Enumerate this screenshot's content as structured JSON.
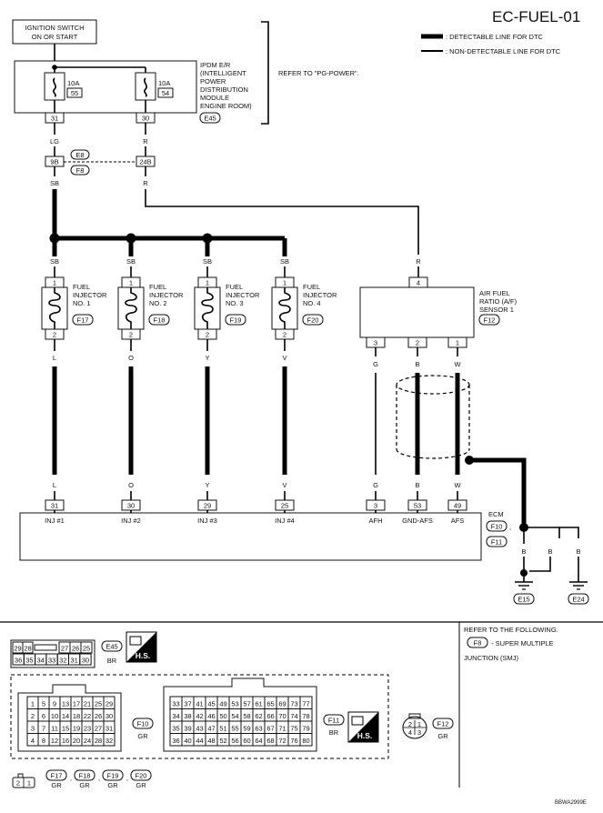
{
  "diagram_id": "EC-FUEL-01",
  "legend": {
    "detectable": ": DETECTABLE LINE FOR DTC",
    "non_detectable": ": NON-DETECTABLE LINE FOR DTC"
  },
  "ignition": {
    "line1": "IGNITION SWITCH",
    "line2": "ON OR START"
  },
  "ipdm": {
    "lines": [
      "IPDM E/R",
      "(INTELLIGENT",
      "POWER",
      "DISTRIBUTION",
      "MODULE",
      "ENGINE ROOM)"
    ],
    "connector": "E45",
    "refer": "REFER TO \"PG-POWER\".",
    "fuse1": {
      "amp": "10A",
      "num": "55",
      "pin": "31"
    },
    "fuse2": {
      "amp": "10A",
      "num": "54",
      "pin": "30"
    }
  },
  "wires_top": {
    "lg": "LG",
    "r": "R",
    "sb": "SB",
    "r2": "R"
  },
  "joint": {
    "left_pin": "9B",
    "right_pin": "24B",
    "conn1": "E8",
    "conn2": "F8"
  },
  "injectors": [
    {
      "wire_top": "SB",
      "pin_top": "1",
      "pin_bot": "2",
      "lines": [
        "FUEL",
        "INJECTOR",
        "NO. 1"
      ],
      "conn": "F17",
      "wire_bot": "L",
      "wire_ecm": "L",
      "ecm_pin": "31",
      "ecm_label": "INJ #1"
    },
    {
      "wire_top": "SB",
      "pin_top": "1",
      "pin_bot": "2",
      "lines": [
        "FUEL",
        "INJECTOR",
        "NO. 2"
      ],
      "conn": "F18",
      "wire_bot": "O",
      "wire_ecm": "O",
      "ecm_pin": "30",
      "ecm_label": "INJ #2"
    },
    {
      "wire_top": "SB",
      "pin_top": "1",
      "pin_bot": "2",
      "lines": [
        "FUEL",
        "INJECTOR",
        "NO. 3"
      ],
      "conn": "F19",
      "wire_bot": "Y",
      "wire_ecm": "Y",
      "ecm_pin": "29",
      "ecm_label": "INJ #3"
    },
    {
      "wire_top": "SB",
      "pin_top": "1",
      "pin_bot": "2",
      "lines": [
        "FUEL",
        "INJECTOR",
        "NO. 4"
      ],
      "conn": "F20",
      "wire_bot": "V",
      "wire_ecm": "V",
      "ecm_pin": "25",
      "ecm_label": "INJ #4"
    }
  ],
  "af_sensor": {
    "wire_top": "R",
    "pin_top": "4",
    "lines": [
      "AIR FUEL",
      "RATIO (A/F)",
      "SENSOR 1"
    ],
    "conn": "F12",
    "pins": [
      {
        "pin": "3",
        "wire": "G",
        "wire_ecm": "G",
        "ecm_pin": "3",
        "ecm_label": "AFH"
      },
      {
        "pin": "2",
        "wire": "B",
        "wire_ecm": "B",
        "ecm_pin": "53",
        "ecm_label": "GND-AFS"
      },
      {
        "pin": "1",
        "wire": "W",
        "wire_ecm": "W",
        "ecm_pin": "49",
        "ecm_label": "AFS"
      }
    ]
  },
  "ecm": {
    "label": "ECM",
    "conn1": "F10",
    "conn2": "F11",
    "sep": ","
  },
  "ground": {
    "wire1": "B",
    "wire2": "B",
    "wire3": "B",
    "g1": "E15",
    "g2": "E24"
  },
  "footer": {
    "refer_title": "REFER TO THE FOLLOWING.",
    "refer_conn": "F8",
    "refer_desc": "- SUPER MULTIPLE",
    "refer_desc2": "JUNCTION (SMJ)",
    "e45_conn": "E45",
    "e45_color": "BR",
    "e45_top": [
      "29",
      "28",
      "27",
      "26",
      "25"
    ],
    "e45_bot": [
      "36",
      "35",
      "34",
      "33",
      "32",
      "31",
      "30"
    ],
    "hs": "H.S.",
    "f10_conn": "F10",
    "f10_color": "GR",
    "f10_rows": [
      [
        "1",
        "5",
        "9",
        "13",
        "17",
        "21",
        "25",
        "29"
      ],
      [
        "2",
        "6",
        "10",
        "14",
        "18",
        "22",
        "26",
        "30"
      ],
      [
        "3",
        "7",
        "11",
        "15",
        "19",
        "23",
        "27",
        "31"
      ],
      [
        "4",
        "8",
        "12",
        "16",
        "20",
        "24",
        "28",
        "32"
      ]
    ],
    "f11_conn": "F11",
    "f11_color": "BR",
    "f11_rows": [
      [
        "33",
        "37",
        "41",
        "45",
        "49",
        "53",
        "57",
        "61",
        "65",
        "69",
        "73",
        "77"
      ],
      [
        "34",
        "38",
        "42",
        "46",
        "50",
        "54",
        "58",
        "62",
        "66",
        "70",
        "74",
        "78"
      ],
      [
        "35",
        "39",
        "43",
        "47",
        "51",
        "55",
        "59",
        "63",
        "67",
        "71",
        "75",
        "79"
      ],
      [
        "36",
        "40",
        "44",
        "48",
        "52",
        "56",
        "60",
        "64",
        "68",
        "72",
        "76",
        "80"
      ]
    ],
    "f12_conn": "F12",
    "f12_color": "GR",
    "f12_pins": [
      "2",
      "1",
      "4",
      "3"
    ],
    "inj_pins": [
      "2",
      "1"
    ],
    "inj_conns": [
      {
        "conn": "F17",
        "color": "GR"
      },
      {
        "conn": "F18",
        "color": "GR"
      },
      {
        "conn": "F19",
        "color": "GR"
      },
      {
        "conn": "F20",
        "color": "GR"
      }
    ],
    "comma": ",",
    "code": "BBWA2999E"
  }
}
